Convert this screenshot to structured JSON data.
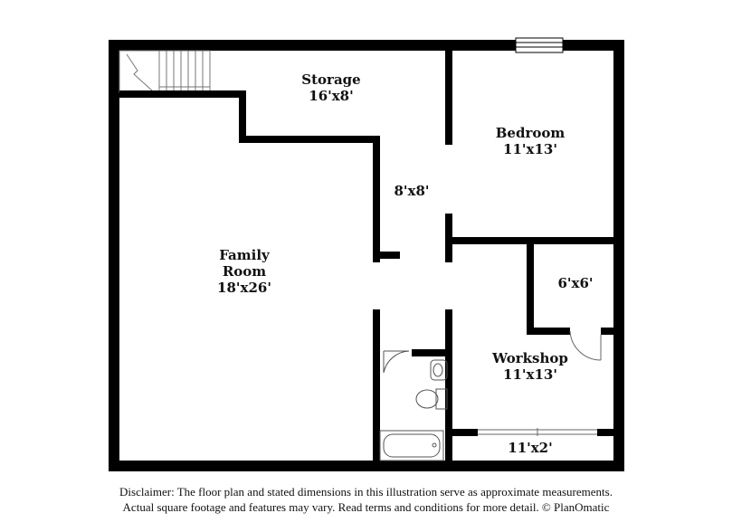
{
  "rooms": {
    "storage": {
      "name": "Storage",
      "dims": "16'x8'"
    },
    "bedroom": {
      "name": "Bedroom",
      "dims": "11'x13'"
    },
    "hall": {
      "dims": "8'x8'"
    },
    "family_room": {
      "name_line1": "Family",
      "name_line2": "Room",
      "dims": "18'x26'"
    },
    "closet": {
      "dims": "6'x6'"
    },
    "workshop": {
      "name": "Workshop",
      "dims": "11'x13'"
    },
    "bottom_closet": {
      "dims": "11'x2'"
    }
  },
  "disclaimer": {
    "line1": "Disclaimer: The floor plan and stated dimensions in this illustration serve as approximate measurements.",
    "line2": "Actual square footage and features may vary. Read terms and conditions for more detail. © PlanOmatic"
  },
  "colors": {
    "wall": "#000000",
    "background": "#ffffff",
    "fixture": "#555555"
  }
}
